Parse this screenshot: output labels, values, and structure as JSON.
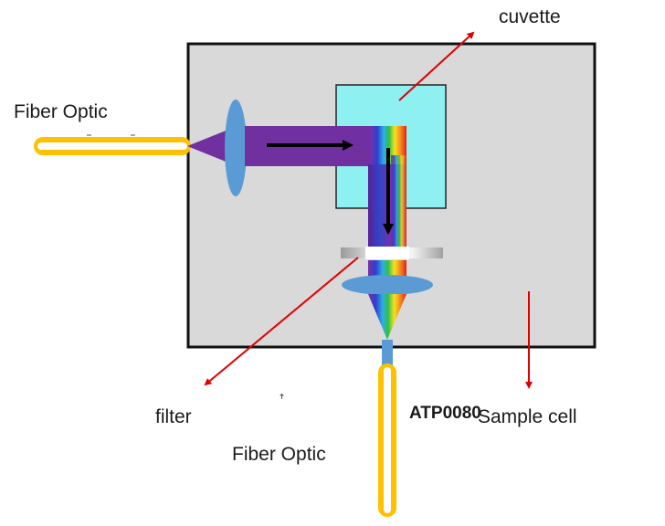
{
  "labels": {
    "cuvette": "cuvette",
    "fiber_optic_left": "Fiber Optic",
    "fiber_optic_bottom": "Fiber Optic",
    "filter": "filter",
    "sample_cell": "Sample cell",
    "code": "ATP0080"
  },
  "colors": {
    "sample_cell_fill": "#d9d9d9",
    "sample_cell_border": "#111111",
    "cuvette_fill": "#8ef0f0",
    "excitation_beam": "#7030a0",
    "lens": "#5b9bd5",
    "fiber": "#ffc000",
    "pointer_arrow": "#e00000",
    "direction_arrow": "#000000"
  }
}
